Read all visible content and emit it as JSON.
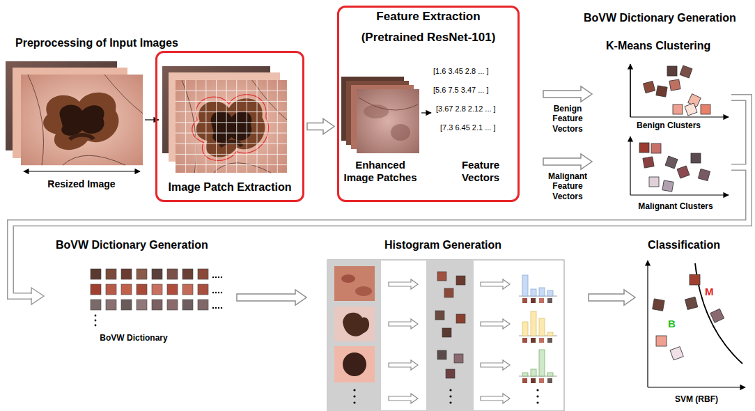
{
  "diagram": {
    "nodes": [
      {
        "text": [
          "Image Patch Extraction"
        ]
      },
      {
        "text": [
          "Feature Extraction",
          "(Pretrained ResNet-101)",
          "[1.6 3.45 2.8 ... ]",
          "[5.6 7.5 3.47 ... ]",
          "[3.67 2.8 2.12 ... ]",
          "[7.3 6.45 2.1 ... ]",
          "Enhanced Image Patches",
          "Feature Vectors"
        ]
      }
    ],
    "edges": [
      {
        "from": 0,
        "to": 1,
        "arrow": "to"
      }
    ],
    "labels": [
      "Preprocessing of Input Images",
      "Resized Image",
      "BoVW Dictionary Generation",
      "K-Means Clustering",
      "Benign Feature Vectors",
      "Malignant Feature Vectors",
      "Benign Clusters",
      "Malignant Clusters",
      "BoVW Dictionary Generation",
      "BoVW Dictionary",
      "Histogram Generation",
      "Classification",
      "M",
      "B",
      "SVM (RBF)"
    ]
  }
}
